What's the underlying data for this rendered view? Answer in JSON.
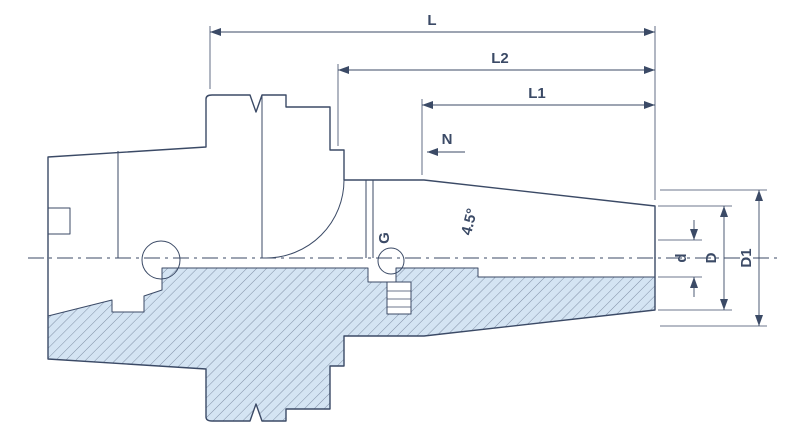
{
  "drawing": {
    "kind": "tool-holder-half-section-drawing",
    "labels": {
      "L": "L",
      "L2": "L2",
      "L1": "L1",
      "N": "N",
      "G": "G",
      "angle": "4.5°",
      "d": "d",
      "D": "D",
      "D1": "D1"
    },
    "colors": {
      "line": "#3b4a66",
      "fill": "#d4e4f3",
      "background": "#ffffff"
    }
  }
}
